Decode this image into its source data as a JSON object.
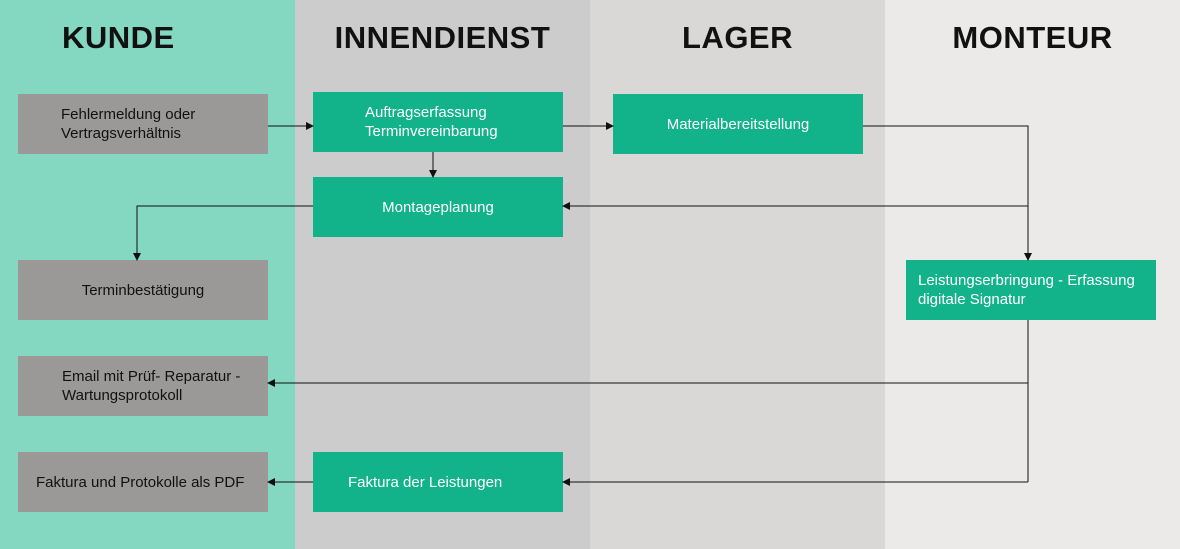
{
  "lanes": {
    "kunde": "KUNDE",
    "innendienst": "INNENDIENST",
    "lager": "LAGER",
    "monteur": "MONTEUR"
  },
  "boxes": {
    "fehlermeldung": "Fehlermeldung oder\nVertragsverhältnis",
    "auftragserfassung": "Auftragserfassung\nTerminvereinbarung",
    "materialbereitstellung": "Materialbereitstellung",
    "montageplanung": "Montageplanung",
    "terminbestaetigung": "Terminbestätigung",
    "leistungserbringung": "Leistungserbringung - Erfassung\ndigitale Signatur",
    "email_protokoll": "Email mit Prüf- Reparatur -\nWartungsprotokoll",
    "faktura_pdf": "Faktura und Protokolle als PDF",
    "faktura_leistungen": "Faktura der Leistungen"
  },
  "colors": {
    "kunde_lane": "#84d8c1",
    "innendienst_lane": "#cccccc",
    "lager_lane": "#d9d8d7",
    "monteur_lane": "#ebeae8",
    "process_green": "#12b38a",
    "customer_gray": "#9b9998"
  }
}
